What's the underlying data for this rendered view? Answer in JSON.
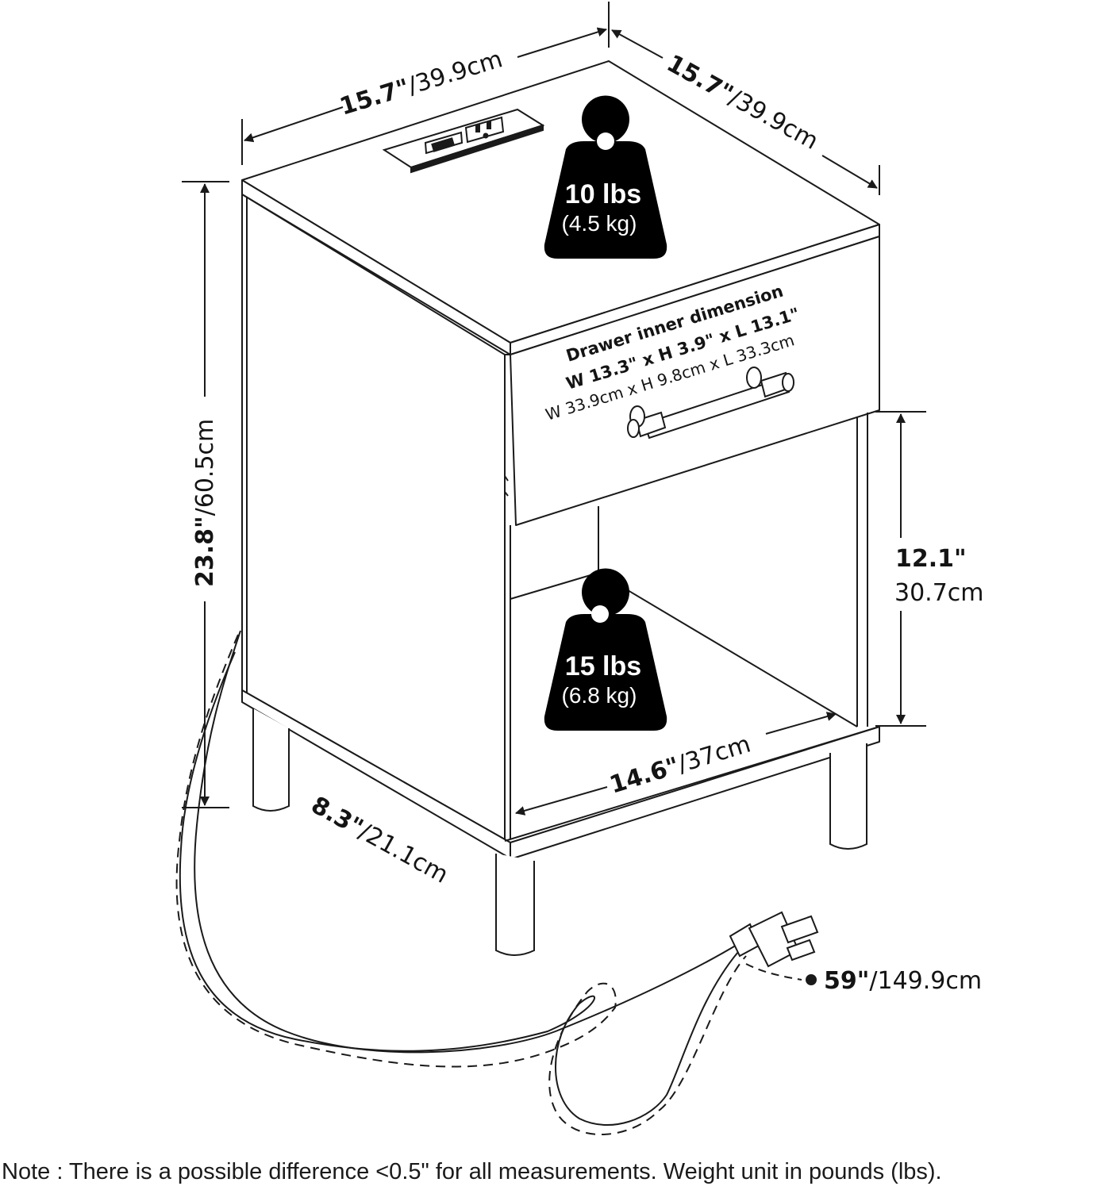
{
  "product_diagram": {
    "dimensions": {
      "top_width": {
        "inches": "15.7\"",
        "cm": "/39.9cm"
      },
      "top_depth": {
        "inches": "15.7\"",
        "cm": "/39.9cm"
      },
      "height": {
        "inches": "23.8\"",
        "cm": "/60.5cm"
      },
      "shelf_height": {
        "inches": "12.1\"",
        "cm": "30.7cm"
      },
      "shelf_width": {
        "inches": "14.6\"",
        "cm": "/37cm"
      },
      "leg_height": {
        "inches": "8.3\"",
        "cm": "/21.1cm"
      },
      "cord_length": {
        "inches": "59\"",
        "cm": "/149.9cm"
      }
    },
    "drawer": {
      "title": "Drawer inner dimension",
      "imperial": "W 13.3\" x H 3.9\" x L 13.1\"",
      "metric": "W 33.9cm x H 9.8cm x L 33.3cm"
    },
    "weight_limits": {
      "top": {
        "lbs": "10 lbs",
        "kg": "(4.5 kg)"
      },
      "shelf": {
        "lbs": "15 lbs",
        "kg": "(6.8 kg)"
      }
    },
    "note": "Note : There is a possible difference <0.5\" for all measurements. Weight unit in pounds (lbs).",
    "colors": {
      "line": "#1a1a1a",
      "background": "#ffffff",
      "weight_fill": "#000000"
    }
  }
}
